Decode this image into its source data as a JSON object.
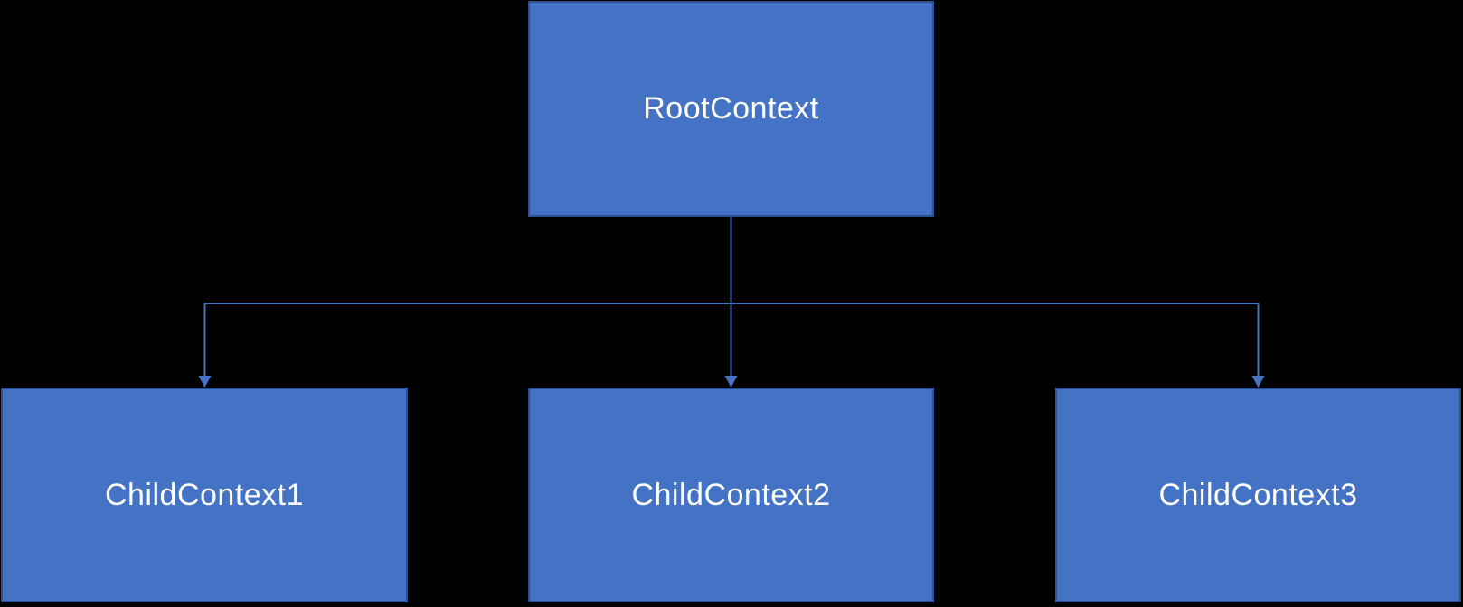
{
  "diagram": {
    "type": "hierarchy",
    "colors": {
      "background": "#000000",
      "node_fill": "#4472C4",
      "node_border": "#2F528F",
      "connector": "#4472C4",
      "label_text": "#FFFFFF"
    },
    "nodes": {
      "root": {
        "id": "root",
        "label": "RootContext"
      },
      "children": [
        {
          "id": "child1",
          "label": "ChildContext1"
        },
        {
          "id": "child2",
          "label": "ChildContext2"
        },
        {
          "id": "child3",
          "label": "ChildContext3"
        }
      ]
    },
    "edges": [
      {
        "from": "RootContext",
        "to": "ChildContext1",
        "arrow": "down"
      },
      {
        "from": "RootContext",
        "to": "ChildContext2",
        "arrow": "down"
      },
      {
        "from": "RootContext",
        "to": "ChildContext3",
        "arrow": "down"
      }
    ]
  }
}
